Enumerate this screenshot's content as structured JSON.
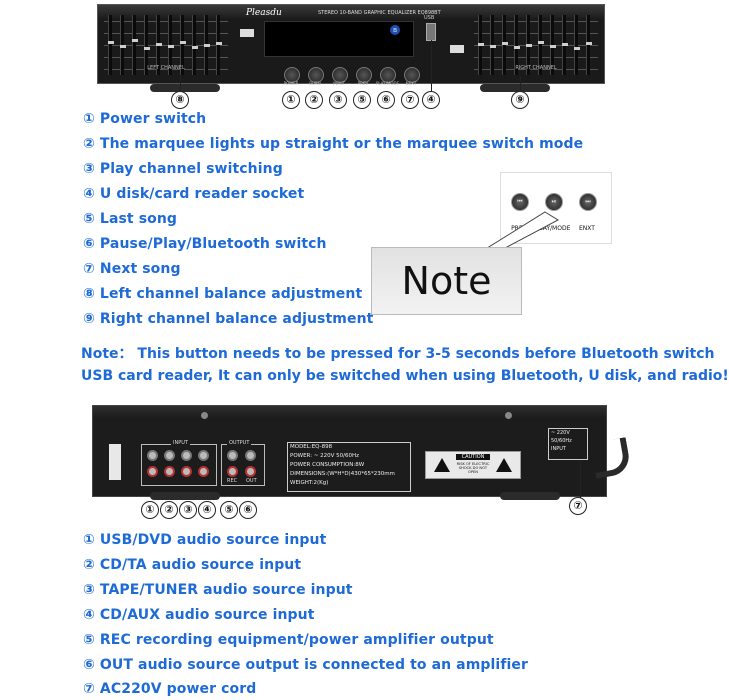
{
  "front_panel": {
    "brand": "Pleasdu",
    "model_title": "STEREO 10-BAND GRAPHIC EQUALIZER EQ898BT",
    "left_block_label": "LEFT CHANNEL",
    "right_block_label": "RIGHT CHANNEL",
    "usb_label": "USB",
    "bluetooth_glyph": "ʙ",
    "buttons": [
      "POWER",
      "BURN",
      "INPUT",
      "PREV",
      "PLAY/MODE",
      "NEXT"
    ],
    "callouts": [
      "⑧",
      "①",
      "②",
      "③",
      "④",
      "⑤",
      "⑥",
      "⑦",
      "④",
      "⑨"
    ]
  },
  "front_list": [
    "① Power switch",
    "② The marquee lights up straight or the marquee switch mode",
    "③ Play channel switching",
    "④ U disk/card reader socket",
    "⑤ Last song",
    "⑥ Pause/Play/Bluetooth switch",
    "⑦ Next song",
    "⑧ Left channel balance adjustment",
    "⑨ Right channel balance adjustment"
  ],
  "note_callout": {
    "buttons": [
      {
        "glyph": "⏮",
        "label": "PREV"
      },
      {
        "glyph": "⏯",
        "label": "PLAY/MODE"
      },
      {
        "glyph": "⏭",
        "label": "ENXT"
      }
    ],
    "note_word": "Note"
  },
  "note_lines": [
    "Note：  This button needs to be pressed for 3-5 seconds before Bluetooth switch",
    "USB card reader, It can only be switched when using Bluetooth, U disk, and radio!"
  ],
  "rear_panel": {
    "input_title": "INPUT",
    "output_title": "OUTPUT",
    "rec_label": "REC",
    "out_label": "OUT",
    "spec_lines": [
      "MODEL:EQ-898",
      "POWER: ~ 220V 50/60Hz",
      "POWER CONSUMPTION:8W",
      "DIMENSIONS:(W*H*D)430*65*230mm",
      "WEIGHT:2(Kg)"
    ],
    "caution_title": "CAUTION",
    "caution_text": "RISK OF ELECTRIC SHOCK DO NOT OPEN",
    "power_lines": [
      "~ 220V",
      "50/60Hz",
      "INPUT"
    ],
    "callouts": [
      "①",
      "②",
      "③",
      "④",
      "⑤",
      "⑥",
      "⑦"
    ]
  },
  "rear_list": [
    "① USB/DVD audio source input",
    "② CD/TA  audio source input",
    "③ TAPE/TUNER audio source input",
    "④ CD/AUX audio source input",
    "⑤ REC recording equipment/power amplifier output",
    "⑥ OUT audio source output is connected to an amplifier",
    "⑦ AC220V power cord"
  ],
  "colors": {
    "text_blue": "#1e6ad6",
    "panel_black": "#1a1a1a"
  }
}
